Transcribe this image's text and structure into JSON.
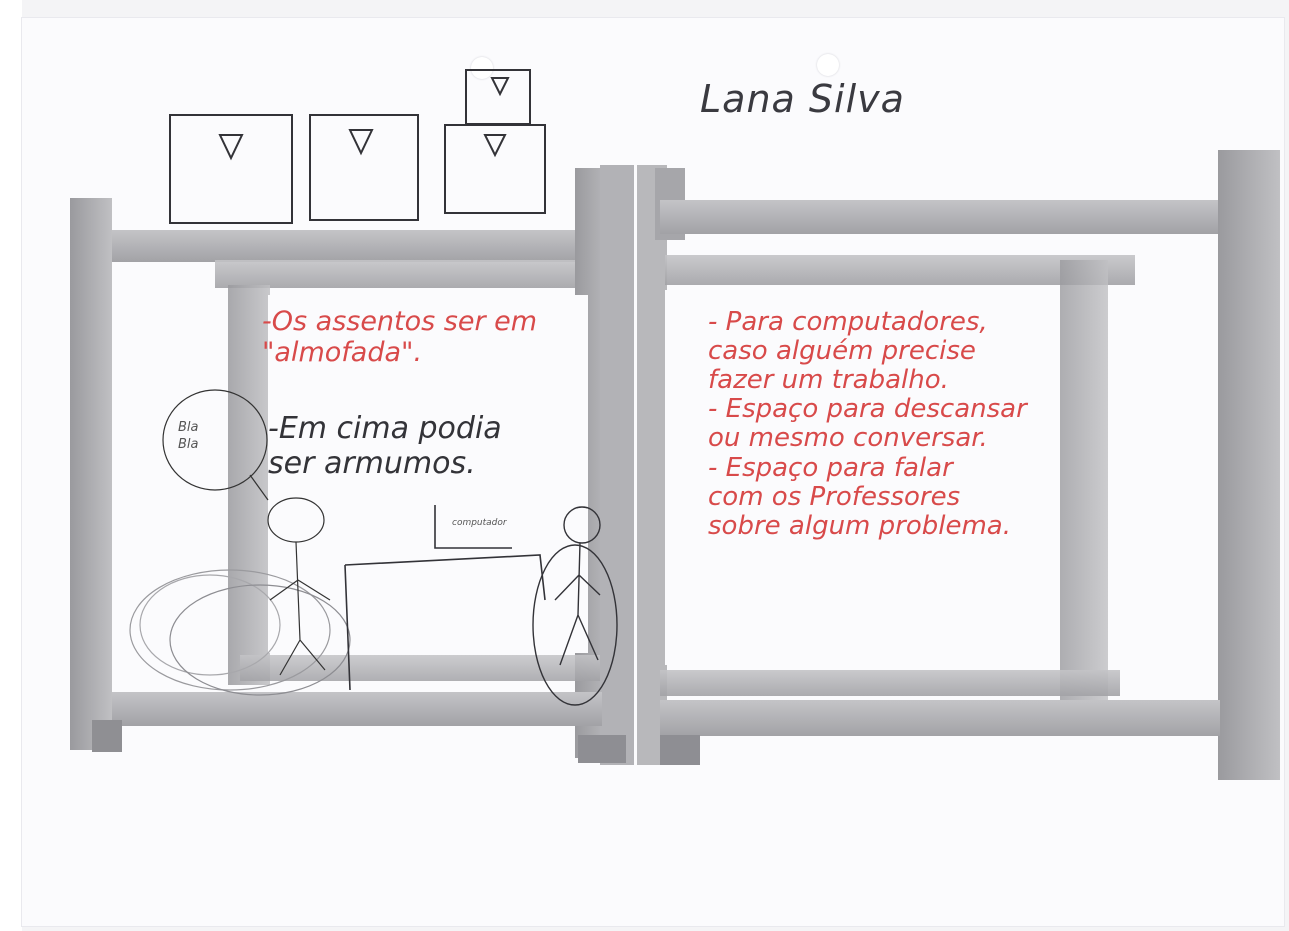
{
  "author_name": "Lana Silva",
  "left_panel": {
    "note_1": "-Os assentos ser em\n\"almofada\".",
    "note_2": "-Em cima podia\nser armumos."
  },
  "right_panel": {
    "notes": "- Para computadores,\ncaso alguém precise\nfazer um trabalho.\n- Espaço para descansar\nou mesmo conversar.\n- Espaço para falar\ncom os Professores\nsobre algum problema."
  },
  "speech_bubble": "Bla\nBla",
  "computer_label": "computador",
  "colors": {
    "paper": "#fbfbfd",
    "ink_red": "#d84a4a",
    "ink_dark": "#333338",
    "frame_wood": "#b4b4b7",
    "frame_shadow": "#8e8e93"
  }
}
